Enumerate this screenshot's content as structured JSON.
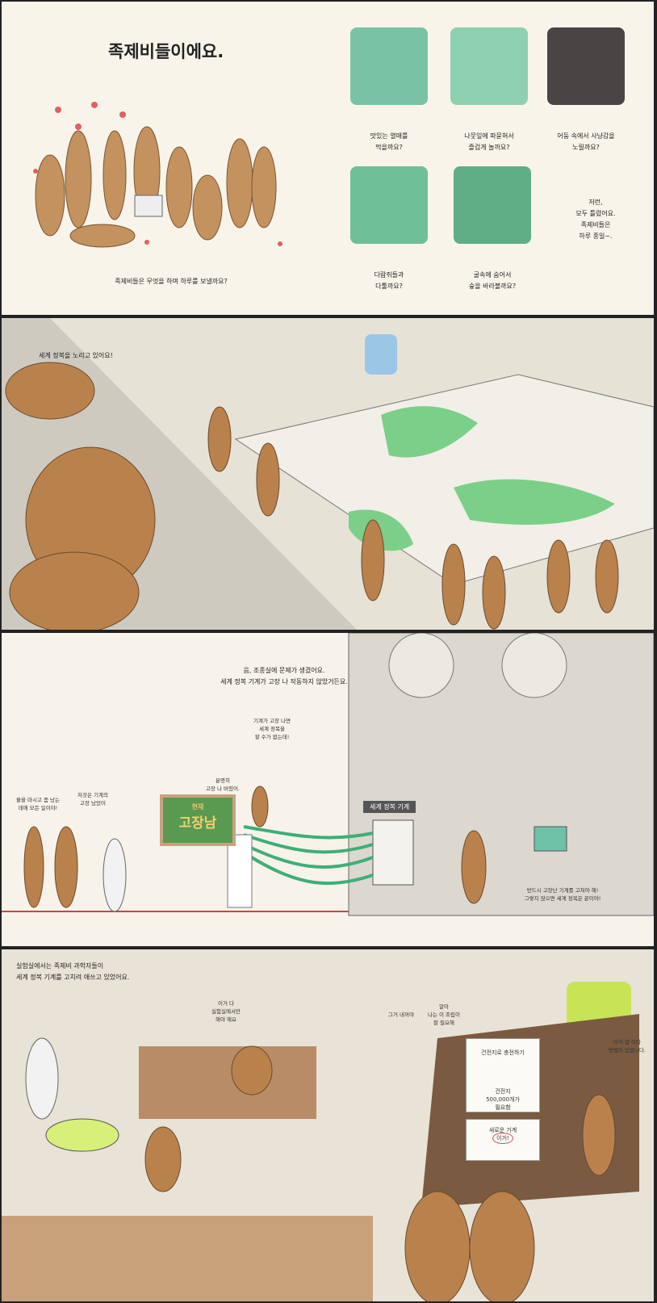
{
  "panel1": {
    "title": "족제비들이에요.",
    "caption": "족제비들은 무엇을 하며 하루를 보낼까요?",
    "questions": [
      "맛있는 열매를\n먹을까요?",
      "나뭇잎에 파묻혀서\n즐겁게 놀까요?",
      "어둠 속에서 사냥감을\n노릴까요?",
      "다람쥐들과\n다툴까요?",
      "굴속에 숨어서\n숲을 바라볼까요?"
    ],
    "answer": "저런,\n모두 틀렸어요.\n족제비들은\n하루 종일~."
  },
  "panel2": {
    "caption": "세계 정복을 노리고 있어요!"
  },
  "panel3": {
    "caption": "음, 조종실에 문제가 생겼어요.\n세계 정복 기계가 고장 나 작동하지 않았거든요.",
    "bubbles": [
      "기계가 고장 나면\n세계 정복을\n할 수가 없는데!",
      "분명히\n고장 나 버렸어.",
      "물을 마시고 좀 났는\n데에 모든 일이야!",
      "저것은 기계의\n고장 났었어"
    ],
    "sign_small": "현재",
    "sign_big": "고장남",
    "machine_label": "세계 정복 기계",
    "note": "반드시 고장난 기계를 고쳐야 해!\n그렇지 않으면 세계 정복은 끝이야!"
  },
  "panel4": {
    "caption": "실험실에서는 족제비 과학자들이\n세계 정복 기계를 고치려 애쓰고 있었어요.",
    "board_title": "건전지로 충전하기",
    "board_text": "건전지\n500,000개가\n필요함",
    "new_machine": "새로운 기계",
    "circled": "이거!",
    "bubbles": [
      "이거 다\n실험실에서만\n해야 해요",
      "그거 내꺼야",
      "알아\n나는 이 조립이\n잘 필요해",
      "이거 말 이다\n방법이 있습니다."
    ]
  }
}
